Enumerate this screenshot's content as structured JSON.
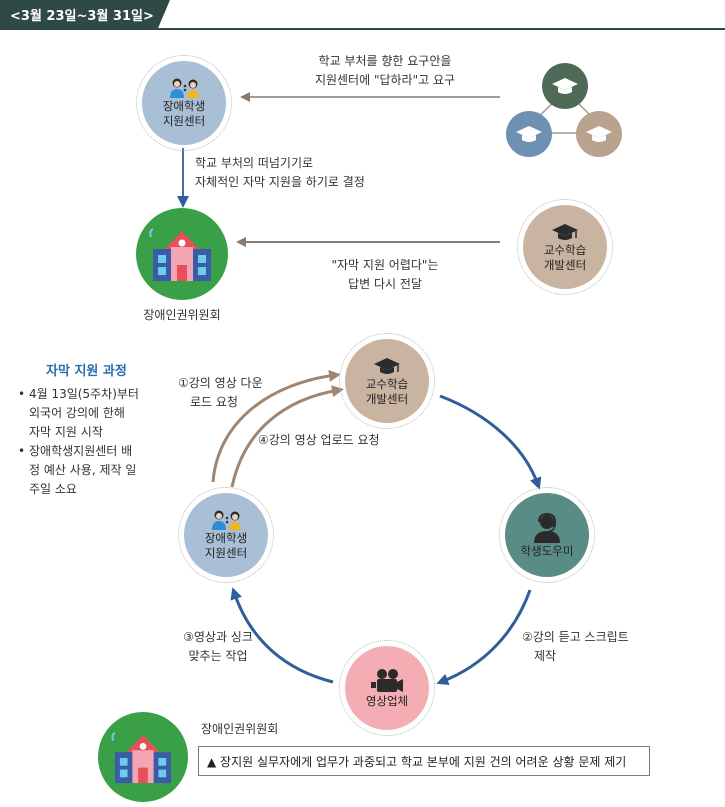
{
  "period": "<3월 23일~3월 31일>",
  "nodes": {
    "support_center_top": [
      "장애학생",
      "지원센터"
    ],
    "human_rights_committee": "장애인권위원회",
    "teaching_center_right": [
      "교수학습",
      "개발센터"
    ],
    "teaching_center_cycle": [
      "교수학습",
      "개발센터"
    ],
    "student_helper": "학생도우미",
    "video_company": "영상업체",
    "support_center_cycle": [
      "장애학생",
      "지원센터"
    ],
    "human_rights_committee_bottom": "장애인권위원회"
  },
  "top_messages": {
    "request": [
      "학교 부처를 향한 요구안을",
      "지원센터에 \"답하라\"고 요구"
    ],
    "decision": [
      "학교 부처의 떠넘기기로",
      "자체적인 자막 지원을 하기로 결정"
    ],
    "reply": [
      "\"자막 지원 어렵다\"는",
      "답변 다시 전달"
    ]
  },
  "process": {
    "title": "자막 지원 과정",
    "bullets": [
      [
        "4월 13일(5주차)부터",
        "외국어 강의에 한해",
        "자막 지원 시작"
      ],
      [
        "장애학생지원센터 배",
        "정 예산 사용, 제작 일",
        "주일 소요"
      ]
    ]
  },
  "cycle_steps": {
    "step1": [
      "①강의 영상 다운",
      "로드 요청"
    ],
    "step2": [
      "②강의 듣고 스크립트",
      "제작"
    ],
    "step3": [
      "③영상과 싱크",
      "맞추는 작업"
    ],
    "step4": "④강의 영상 업로드 요청"
  },
  "bottom_note": "▲ 장지원 실무자에게 업무가 과중되고 학교 본부에 지원 건의 어려운 상황 문제 제기",
  "icons": [
    "graduation-cap-icon",
    "student-pair-icon",
    "school-building-icon",
    "headset-person-icon",
    "film-camera-icon"
  ],
  "colors": {
    "header_tab": "#2f4a44",
    "support_center": "#a9bfd6",
    "committee_green": "#3aa048",
    "teaching_center": "#c9b4a2",
    "student_helper": "#5a8c86",
    "video_company": "#f4aeb3",
    "arrow_blue": "#2f5f9a",
    "arrow_brown": "#a08670",
    "arrow_gray": "#8a7a6e",
    "title_blue": "#2a6db0"
  }
}
